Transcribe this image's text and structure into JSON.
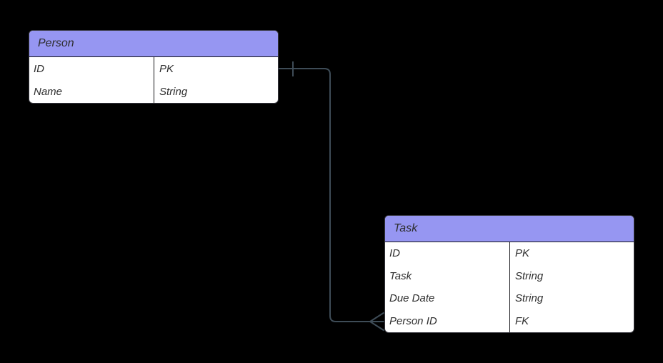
{
  "canvas": {
    "background": "#000000"
  },
  "entities": [
    {
      "name": "Person",
      "rows": [
        {
          "attribute": "ID",
          "type": "PK"
        },
        {
          "attribute": "Name",
          "type": "String"
        }
      ]
    },
    {
      "name": "Task",
      "rows": [
        {
          "attribute": "ID",
          "type": "PK"
        },
        {
          "attribute": "Task",
          "type": "String"
        },
        {
          "attribute": "Due Date",
          "type": "String"
        },
        {
          "attribute": "Person ID",
          "type": "FK"
        }
      ]
    }
  ],
  "relationship": {
    "from_entity": "Person",
    "to_entity": "Task",
    "from_cardinality": "one",
    "to_cardinality": "many",
    "notation": "crows-foot"
  },
  "colors": {
    "canvas_background": "#000000",
    "entity_header_fill": "#9696f2",
    "entity_row_fill": "#ffffff",
    "entity_border": "#36363e",
    "entity_divider": "#16161a",
    "connector": "#3e4c57",
    "text": "#2d2d2d"
  }
}
